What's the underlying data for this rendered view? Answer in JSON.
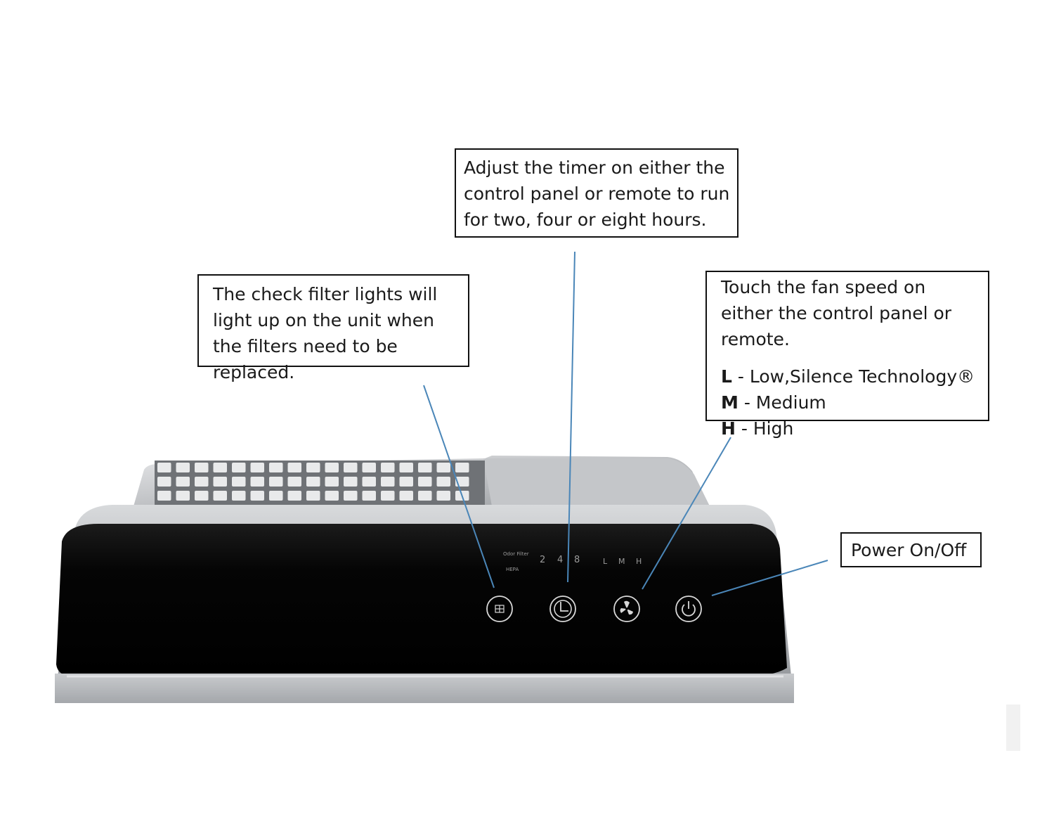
{
  "callouts": {
    "timer": "Adjust the timer on either the control panel or remote to run for two, four or eight hours.",
    "filter": "The check filter lights will light up on the unit when the filters need to be replaced.",
    "fan_intro": "Touch the fan speed on either the control panel or remote.",
    "fan_speeds": [
      {
        "key": "L",
        "text": " - Low,Silence Technology®"
      },
      {
        "key": "M",
        "text": " - Medium"
      },
      {
        "key": "H",
        "text": " - High"
      }
    ],
    "power": "Power On/Off"
  },
  "panel": {
    "filter_labels": [
      "Odor Filter",
      "HEPA"
    ],
    "timer_values": [
      "2",
      "4",
      "8"
    ],
    "speed_values": [
      "L",
      "M",
      "H"
    ]
  },
  "buttons": [
    {
      "icon": "filter-icon"
    },
    {
      "icon": "clock-icon"
    },
    {
      "icon": "fan-icon"
    },
    {
      "icon": "power-icon"
    }
  ],
  "colors": {
    "leader_line": "#4a86b8",
    "panel_black": "#050505",
    "housing_silver": "#b9bcc0"
  }
}
